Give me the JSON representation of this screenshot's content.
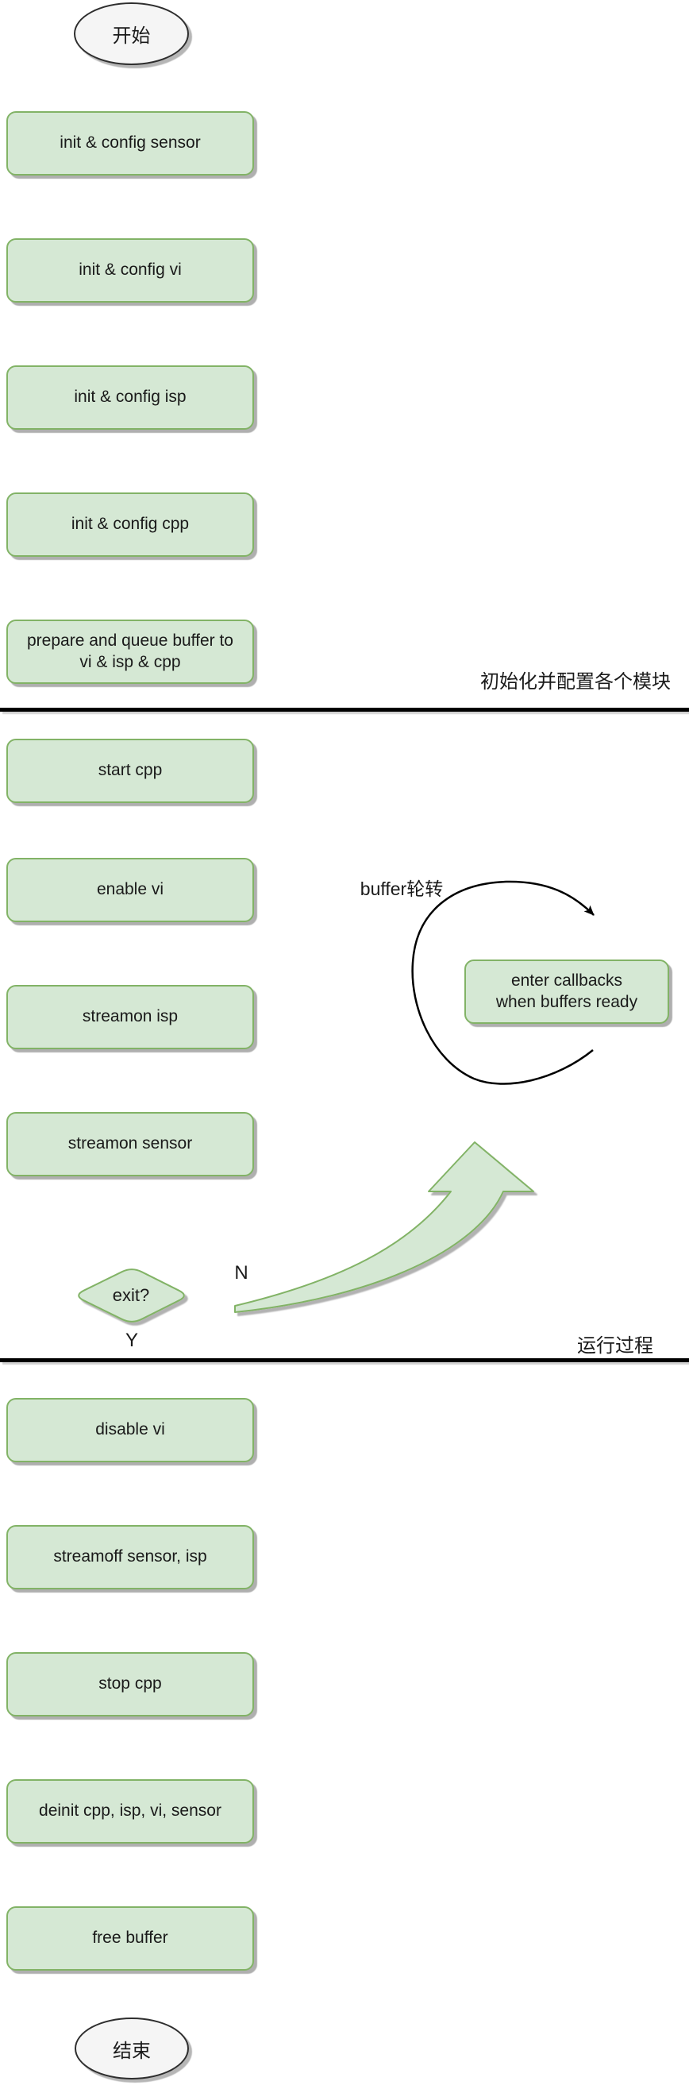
{
  "flow": {
    "terminals": {
      "start": "开始",
      "end": "结束"
    },
    "phases": {
      "init": {
        "label": "初始化并配置各个模块",
        "steps": [
          "init & config sensor",
          "init & config vi",
          "init & config isp",
          "init & config cpp",
          "prepare and queue buffer to\nvi & isp & cpp"
        ]
      },
      "run": {
        "label": "运行过程",
        "steps": [
          "start cpp",
          "enable vi",
          "streamon isp",
          "streamon sensor"
        ],
        "decision": "exit?",
        "branch_no": "N",
        "branch_yes": "Y",
        "loop_label": "buffer轮转",
        "loop_callback": "enter callbacks\nwhen buffers ready"
      },
      "teardown": {
        "steps": [
          "disable vi",
          "streamoff sensor, isp",
          "stop cpp",
          "deinit cpp, isp, vi, sensor",
          "free buffer"
        ]
      }
    },
    "colors": {
      "node_fill": "#d5e8d4",
      "node_stroke": "#82b366",
      "terminal_fill": "#f5f5f5",
      "terminal_stroke": "#2e2e2e",
      "connector": "#666666",
      "divider": "#000000",
      "loop_stroke": "#000000"
    }
  }
}
